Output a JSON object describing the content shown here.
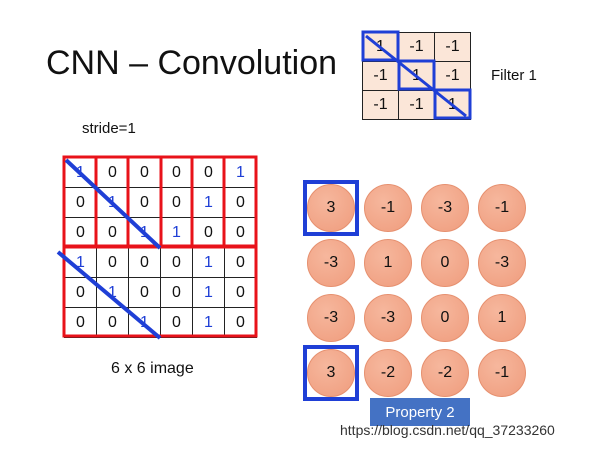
{
  "title": "CNN – Convolution",
  "stride_label": "stride=1",
  "filter": {
    "label": "Filter 1",
    "rows": [
      [
        "1",
        "-1",
        "-1"
      ],
      [
        "-1",
        "1",
        "-1"
      ],
      [
        "-1",
        "-1",
        "1"
      ]
    ]
  },
  "image": {
    "label": "6 x 6 image",
    "rows": [
      [
        "1",
        "0",
        "0",
        "0",
        "0",
        "1"
      ],
      [
        "0",
        "1",
        "0",
        "0",
        "1",
        "0"
      ],
      [
        "0",
        "0",
        "1",
        "1",
        "0",
        "0"
      ],
      [
        "1",
        "0",
        "0",
        "0",
        "1",
        "0"
      ],
      [
        "0",
        "1",
        "0",
        "0",
        "1",
        "0"
      ],
      [
        "0",
        "0",
        "1",
        "0",
        "1",
        "0"
      ]
    ],
    "blue_cells": [
      [
        0,
        0
      ],
      [
        0,
        5
      ],
      [
        1,
        1
      ],
      [
        1,
        4
      ],
      [
        2,
        2
      ],
      [
        2,
        3
      ],
      [
        3,
        0
      ],
      [
        3,
        4
      ],
      [
        4,
        1
      ],
      [
        4,
        4
      ],
      [
        5,
        2
      ],
      [
        5,
        4
      ]
    ]
  },
  "feature_map": [
    [
      "3",
      "-1",
      "-3",
      "-1"
    ],
    [
      "-3",
      "1",
      "0",
      "-3"
    ],
    [
      "-3",
      "-3",
      "0",
      "1"
    ],
    [
      "3",
      "-2",
      "-2",
      "-1"
    ]
  ],
  "highlighted_outputs": [
    [
      0,
      0
    ],
    [
      3,
      0
    ]
  ],
  "property_label": "Property 2",
  "watermark": "https://blog.csdn.net/qq_37233260",
  "colors": {
    "red": "#e8121a",
    "blue": "#1f3fd6",
    "filter_fill": "#fbe6d8",
    "circle_fill": "#f1a383",
    "badge": "#4472c4"
  }
}
